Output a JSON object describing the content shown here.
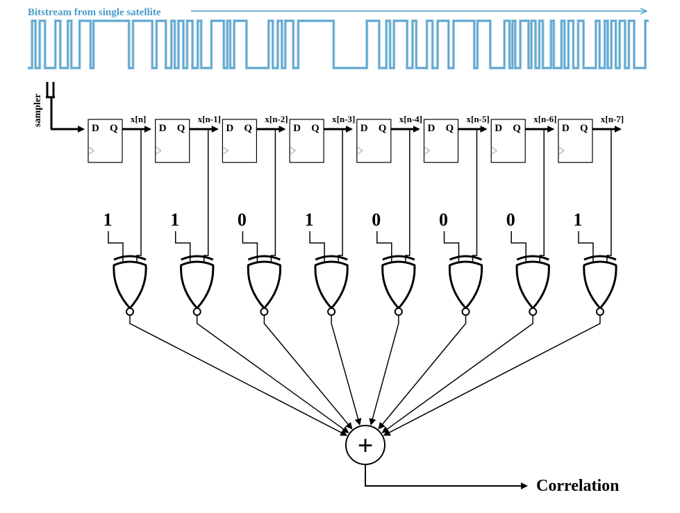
{
  "stream": {
    "title": "Bitstream from single satellite",
    "color": "#4a9bc9"
  },
  "sampler_label": "sampler",
  "flip_flops": [
    {
      "d": "D",
      "q": "Q",
      "output": "x[n]"
    },
    {
      "d": "D",
      "q": "Q",
      "output": "x[n-1]"
    },
    {
      "d": "D",
      "q": "Q",
      "output": "x[n-2]"
    },
    {
      "d": "D",
      "q": "Q",
      "output": "x[n-3]"
    },
    {
      "d": "D",
      "q": "Q",
      "output": "x[n-4]"
    },
    {
      "d": "D",
      "q": "Q",
      "output": "x[n-5]"
    },
    {
      "d": "D",
      "q": "Q",
      "output": "x[n-6]"
    },
    {
      "d": "D",
      "q": "Q",
      "output": "x[n-7]"
    }
  ],
  "coefficients": [
    "1",
    "1",
    "0",
    "1",
    "0",
    "0",
    "0",
    "1"
  ],
  "gate_type": "XNOR",
  "adder_symbol": "+",
  "output_label": "Correlation"
}
